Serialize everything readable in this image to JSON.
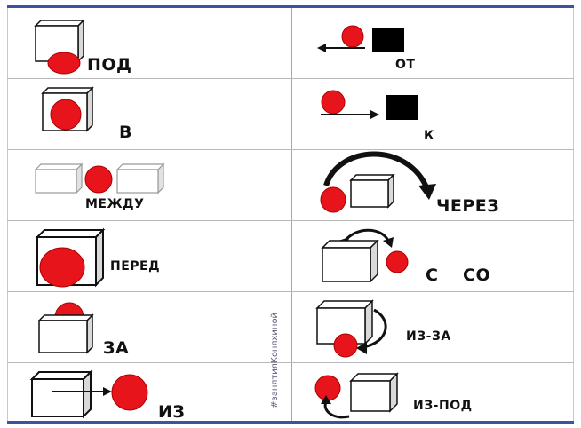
{
  "colors": {
    "ball": "#e8141c",
    "frame": "#3a53a4",
    "cube_face": "#ffffff",
    "cube_side": "#d9d9d9",
    "square": "#000000"
  },
  "prepositions": {
    "pod": "ПОД",
    "v": "В",
    "mezhdu": "МЕЖДУ",
    "pered": "ПЕРЕД",
    "za": "ЗА",
    "iz": "ИЗ",
    "ot": "ОТ",
    "k": "К",
    "cherez": "ЧЕРЕЗ",
    "s": "С",
    "so": "СО",
    "iz_za": "ИЗ-ЗА",
    "iz_pod": "ИЗ-ПОД"
  },
  "watermark": "#занятияКоняхиной"
}
